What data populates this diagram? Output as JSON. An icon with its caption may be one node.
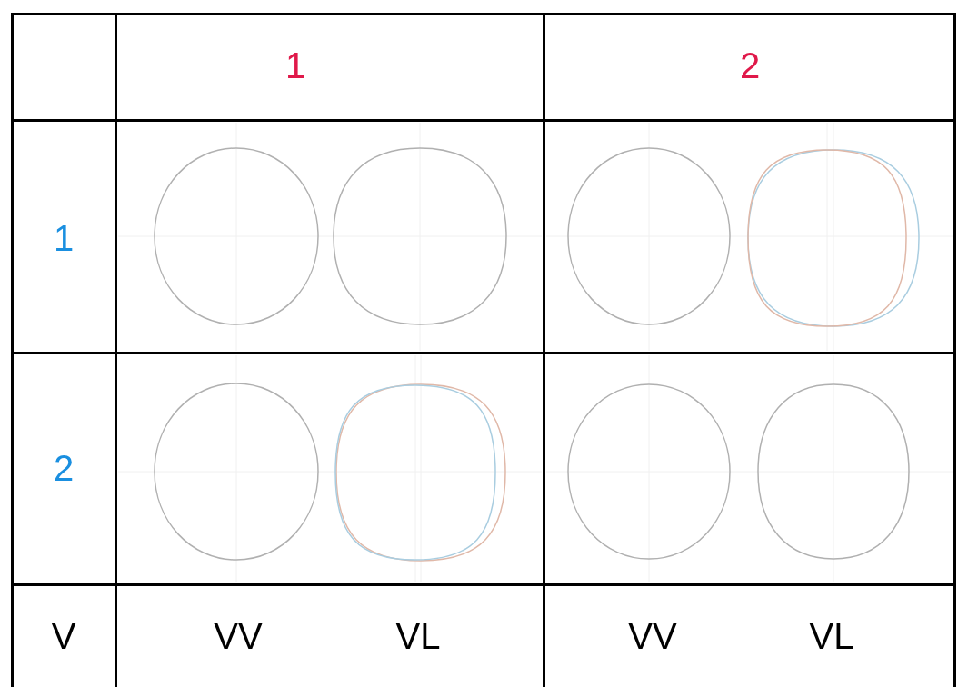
{
  "diagram": {
    "labels": [
      "1",
      "2",
      "1",
      "2",
      "V",
      "VV",
      "VL",
      "VV",
      "VL"
    ]
  }
}
